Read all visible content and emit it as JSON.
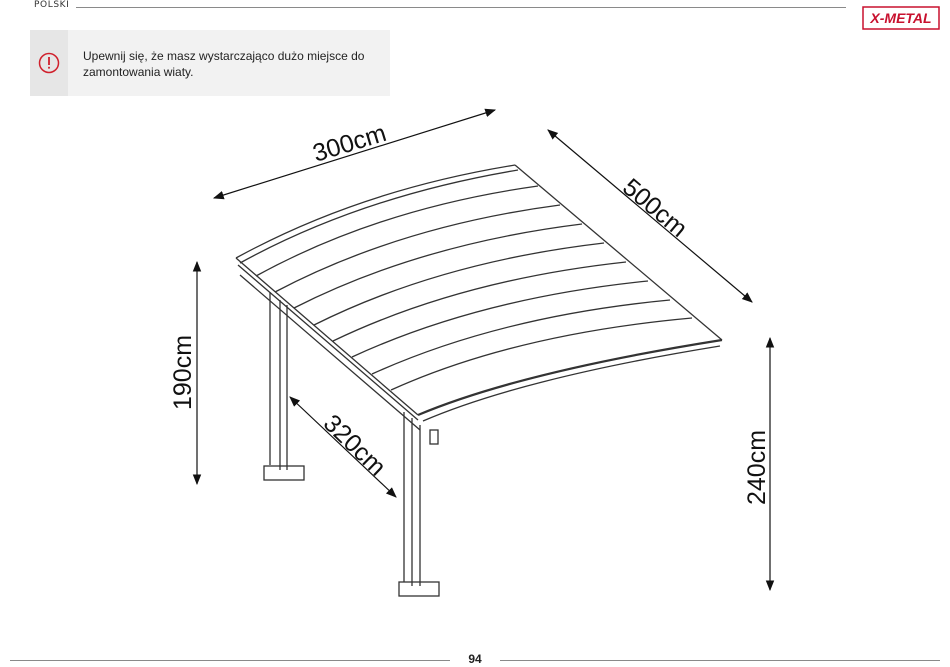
{
  "header": {
    "language": "POLSKI",
    "brand": "X-METAL",
    "brand_color": "#c8102e"
  },
  "notice": {
    "icon": "exclamation-circle-icon",
    "icon_color": "#d0202c",
    "text": "Upewnij się, że masz wystarczająco dużo miejsce do zamontowania wiaty."
  },
  "dimensions": {
    "width": "300cm",
    "length": "500cm",
    "height_low": "190cm",
    "height_high": "240cm",
    "post_spacing": "320cm"
  },
  "footer": {
    "page_number": "94"
  }
}
